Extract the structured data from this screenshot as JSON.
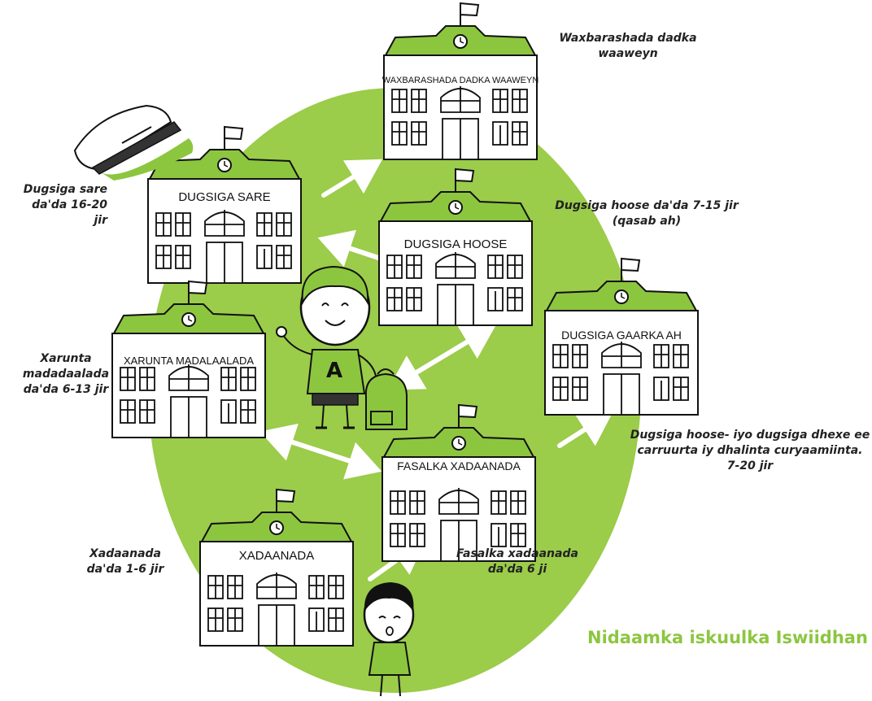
{
  "colors": {
    "green": "#8cc63f",
    "circle": "#9bcc4a",
    "ink": "#111111"
  },
  "buildings": {
    "waxbarashada": {
      "sign": "WAXBARASHADA DADKA WAAWEYN",
      "caption": "Waxbarashada dadka\nwaaweyn"
    },
    "sare": {
      "sign": "DUGSIGA SARE",
      "caption": "Dugsiga sare\nda'da 16-20 jir"
    },
    "hoose": {
      "sign": "DUGSIGA HOOSE",
      "caption": "Dugsiga hoose da'da 7-15 jir\n(qasab ah)"
    },
    "madalaalada": {
      "sign": "XARUNTA MADALAALADA",
      "caption": "Xarunta\nmadadaalada\nda'da 6-13 jir"
    },
    "gaarka": {
      "sign": "DUGSIGA GAARKA AH",
      "caption": "Dugsiga hoose- iyo dugsiga dhexe ee\ncarruurta iy dhalinta curyaamiinta.\n7-20 jir"
    },
    "fasalka": {
      "sign": "FASALKA XADAANADA",
      "caption": "Fasalka xadaanada\nda'da 6 ji"
    },
    "xadaanada": {
      "sign": "XADAANADA",
      "caption": "Xadaanada\nda'da 1-6 jir"
    }
  },
  "child_shirt_letter": "A",
  "footer_title": "Nidaamka iskuulka Iswiidhan"
}
